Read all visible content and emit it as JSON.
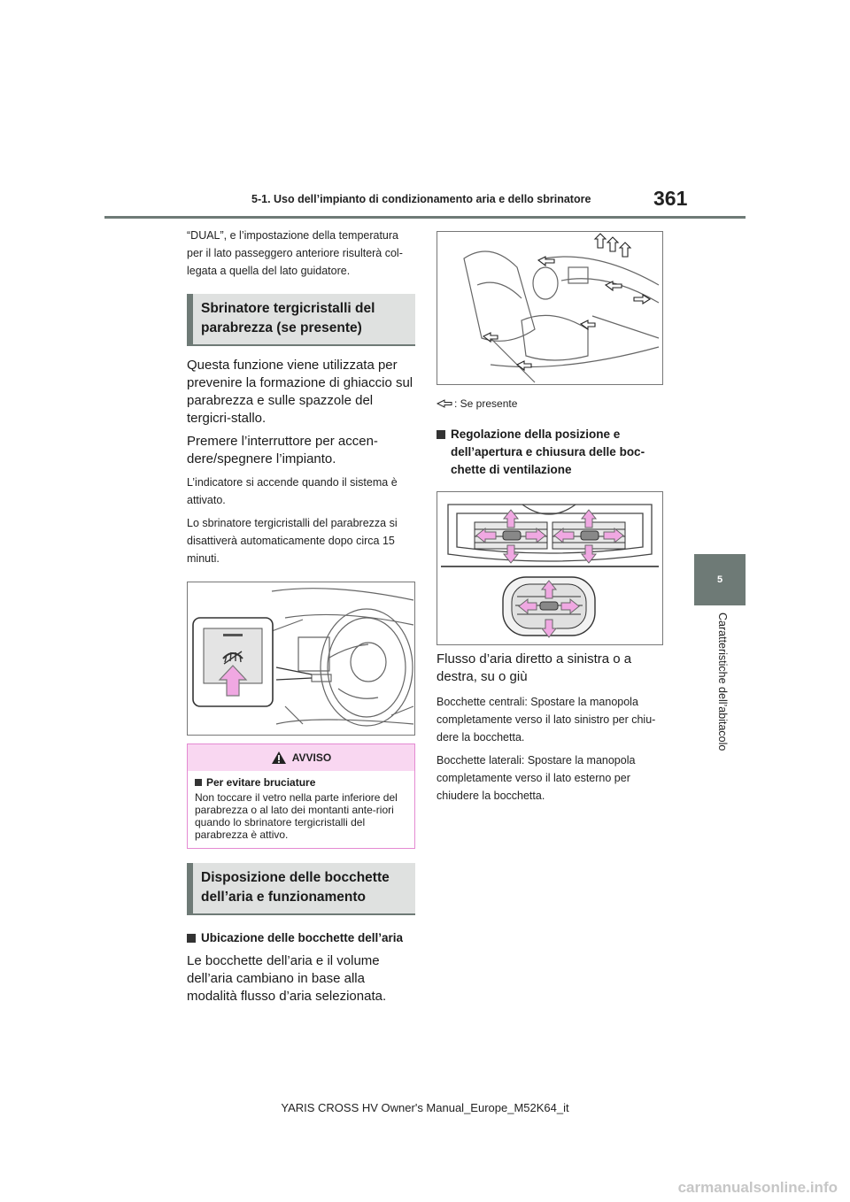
{
  "header": {
    "section_title": "5-1. Uso dell’impianto di condizionamento aria e dello sbrinatore",
    "page_number": "361"
  },
  "chapter": {
    "number": "5",
    "title": "Caratteristiche dell’abitacolo"
  },
  "left": {
    "intro": "“DUAL”, e l’impostazione della temperatura per il lato passeggero anteriore risulterà col-legata a quella del lato guidatore.",
    "section1_title": "Sbrinatore tergicristalli del parabrezza (se presente)",
    "para1": "Questa funzione viene utilizzata per prevenire la formazione di ghiaccio sul parabrezza e sulle spazzole del tergicri-stallo.",
    "para2": "Premere l’interruttore per accen-dere/spegnere l’impianto.",
    "note1": "L’indicatore si accende quando il sistema è attivato.",
    "note2": "Lo sbrinatore tergicristalli del parabrezza si disattiverà automaticamente dopo circa 15 minuti.",
    "warning": {
      "label": "AVVISO",
      "subtitle": "Per evitare bruciature",
      "text": "Non toccare il vetro nella parte inferiore del parabrezza o al lato dei montanti ante-riori quando lo sbrinatore tergicristalli del parabrezza è attivo."
    },
    "section2_title": "Disposizione delle bocchette dell’aria e funzionamento",
    "sub1": "Ubicazione delle bocchette dell’aria",
    "para3": "Le bocchette dell’aria e il volume dell’aria cambiano in base alla modalità flusso d’aria selezionata."
  },
  "right": {
    "legend": ": Se presente",
    "sub2": "Regolazione della posizione e dell’apertura e chiusura delle boc-chette di ventilazione",
    "para4": "Flusso d’aria diretto a sinistra o a destra, su o giù",
    "note3": "Bocchette centrali: Spostare la manopola completamente verso il lato sinistro per chiu-dere la bocchetta.",
    "note4": "Bocchette laterali: Spostare la manopola completamente verso il lato esterno per chiudere la bocchetta."
  },
  "footer": {
    "manual": "YARIS CROSS HV Owner's Manual_Europe_M52K64_it"
  },
  "watermark": "carmanualsonline.info",
  "colors": {
    "section_bar": "#6e7a76",
    "section_bg": "#dfe1e0",
    "arrow_pink": "#f0a8e2",
    "warning_border": "#e48ad2",
    "warning_bg": "#f9d7f1"
  }
}
